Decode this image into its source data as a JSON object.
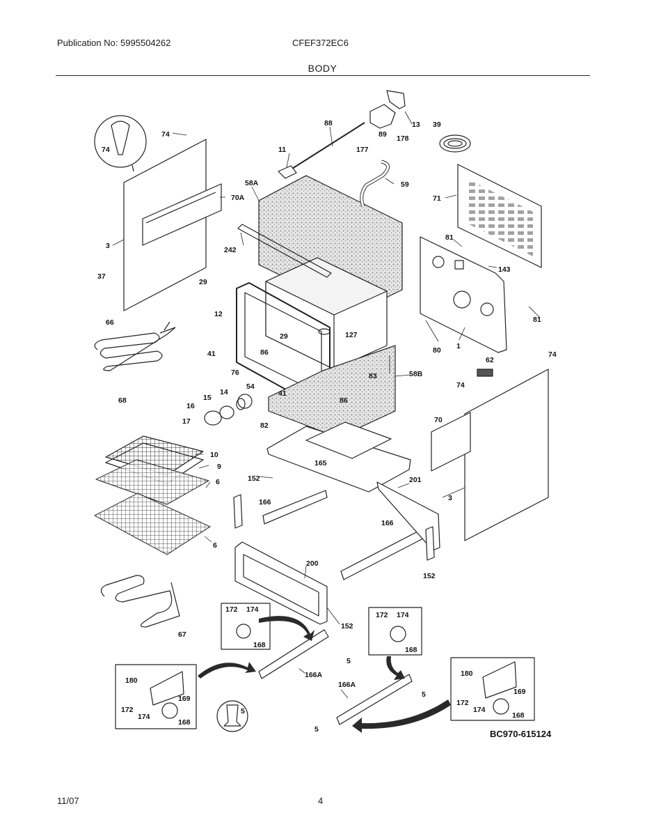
{
  "header": {
    "publication_no": "Publication No: 5995504262",
    "model": "CFEF372EC6",
    "section": "BODY"
  },
  "footer": {
    "date": "11/07",
    "page": "4"
  },
  "diagram": {
    "code": "BC970-615124",
    "labels": {
      "l74a": "74",
      "l74b": "74",
      "l3a": "3",
      "l70a": "70A",
      "l37": "37",
      "l66": "66",
      "l68": "68",
      "l88": "88",
      "l89": "89",
      "l13": "13",
      "l11": "11",
      "l177": "177",
      "l178": "178",
      "l59": "59",
      "l39": "39",
      "l71": "71",
      "l58a": "58A",
      "l242": "242",
      "l29a": "29",
      "l12": "12",
      "l29b": "29",
      "l127": "127",
      "l81a": "81",
      "l143": "143",
      "l81b": "81",
      "l80": "80",
      "l1": "1",
      "l41a": "41",
      "l86a": "86",
      "l76": "76",
      "l83": "83",
      "l58b": "58B",
      "l62": "62",
      "l74c": "74",
      "l74d": "74",
      "l16": "16",
      "l15": "15",
      "l14": "14",
      "l54": "54",
      "l17": "17",
      "l41b": "41",
      "l86b": "86",
      "l82": "82",
      "l70": "70",
      "l165": "165",
      "l10": "10",
      "l9": "9",
      "l6a": "6",
      "l6b": "6",
      "l152a": "152",
      "l201": "201",
      "l166a": "166",
      "l3b": "3",
      "l166b": "166",
      "l152b": "152",
      "l200": "200",
      "l67": "67",
      "l172a": "172",
      "l174a": "174",
      "l168a": "168",
      "l152c": "152",
      "l5a": "5",
      "l172b": "172",
      "l174b": "174",
      "l168b": "168",
      "l180a": "180",
      "l169a": "169",
      "l172c": "172",
      "l174c": "174",
      "l168c": "168",
      "l166aa": "166A",
      "l166ab": "166A",
      "l5b": "5",
      "l5c": "5",
      "l5d": "5",
      "l180b": "180",
      "l169b": "169",
      "l172d": "172",
      "l174d": "174",
      "l168d": "168"
    }
  }
}
